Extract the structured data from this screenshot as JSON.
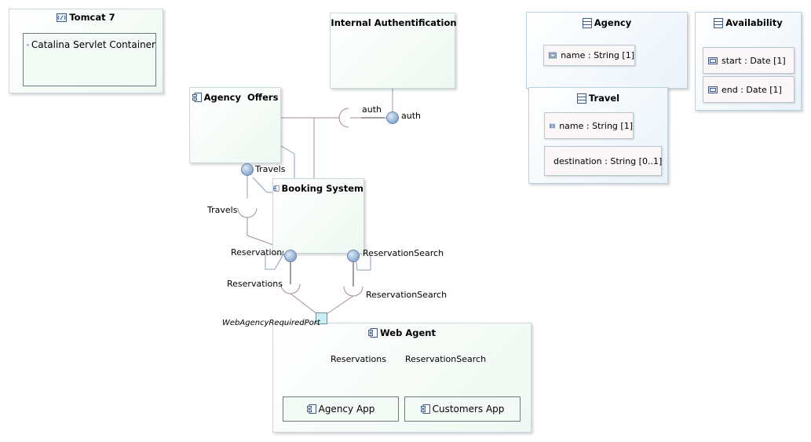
{
  "nodes": {
    "tomcat": {
      "title": "Tomcat 7"
    },
    "catalina": {
      "title": "Catalina Servlet Container"
    },
    "internal_auth": {
      "title": "Internal Authentification"
    },
    "agency_offers": {
      "title": "Agency  Offers"
    },
    "booking_system": {
      "title": "Booking System"
    },
    "web_agent": {
      "title": "Web Agent"
    },
    "agency_app": {
      "title": "Agency App"
    },
    "customers_app": {
      "title": "Customers App"
    }
  },
  "classes": {
    "agency": {
      "title": "Agency",
      "attributes": [
        "name : String [1]"
      ]
    },
    "travel": {
      "title": "Travel",
      "attributes": [
        "name : String [1]",
        "destination : String [0..1]"
      ]
    },
    "availability": {
      "title": "Availability",
      "attributes": [
        "start : Date [1]",
        "end : Date [1]"
      ]
    }
  },
  "labels": {
    "auth_required": "auth",
    "auth_provided": "auth",
    "travels_provided": "Travels",
    "travels_required": "Travels",
    "reservations_provided": "Reservations",
    "reservationsearch_provided": "ReservationSearch",
    "reservations_required": "Reservations",
    "reservationsearch_required": "ReservationSearch",
    "web_port": "WebAgencyRequiredPort",
    "web_reservations": "Reservations",
    "web_reservationsearch": "ReservationSearch"
  }
}
